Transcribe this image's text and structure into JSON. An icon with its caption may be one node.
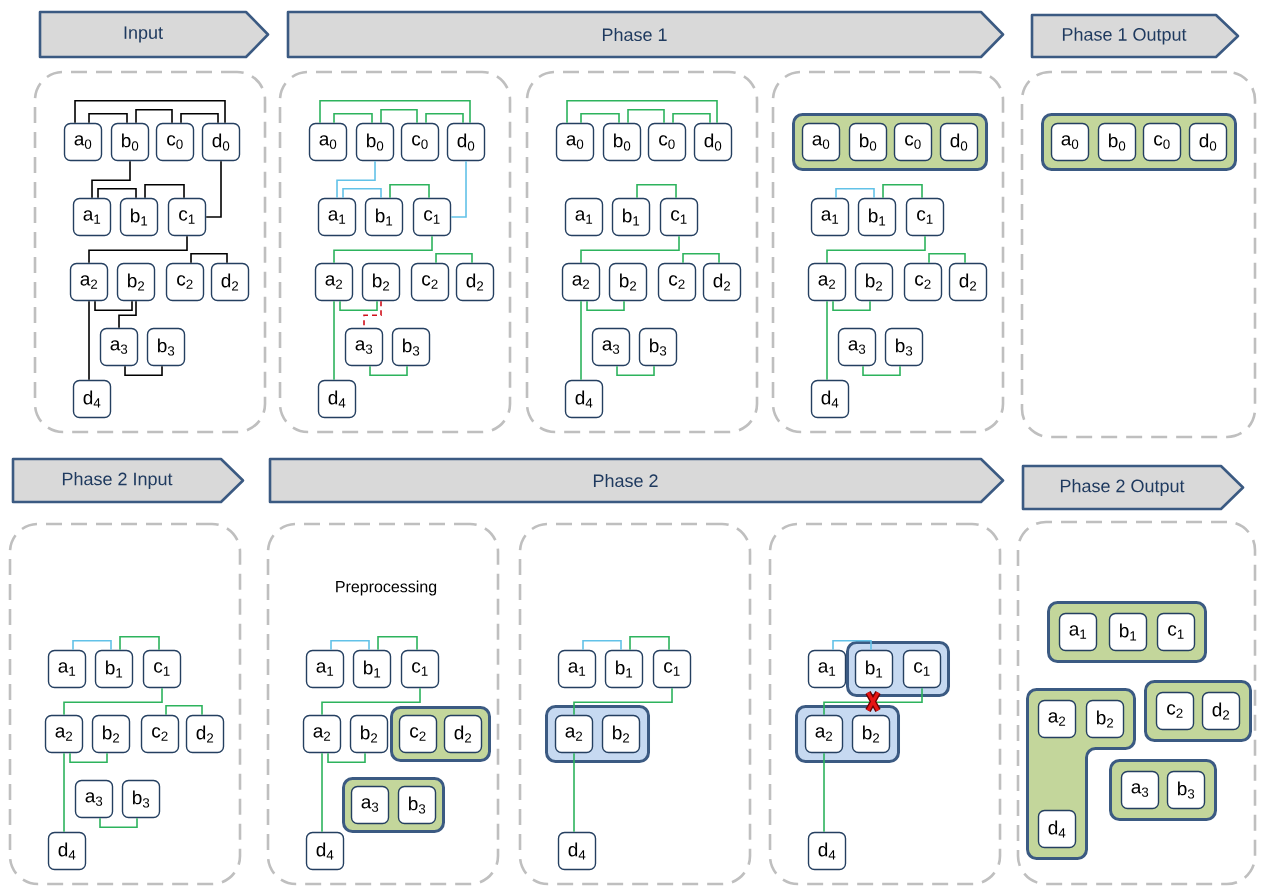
{
  "diagram": {
    "nodes": [
      {
        "text": [
          "Input"
        ]
      },
      {
        "text": [
          "Phase 1"
        ]
      },
      {
        "text": [
          "Phase 1 Output"
        ]
      },
      {
        "text": [],
        "shape": "box"
      },
      {
        "text": [
          "a$_{0}$"
        ],
        "in": 3
      },
      {
        "text": [
          "b$_{0}$"
        ],
        "in": 3
      },
      {
        "text": [
          "c$_{0}$"
        ],
        "in": 3
      },
      {
        "text": [
          "d$_{0}$"
        ],
        "in": 3
      },
      {
        "text": [
          "a$_{1}$"
        ],
        "in": 3
      },
      {
        "text": [
          "b$_{1}$"
        ],
        "in": 3
      },
      {
        "text": [
          "c$_{1}$"
        ],
        "in": 3
      },
      {
        "text": [
          "a$_{2}$"
        ],
        "in": 3
      },
      {
        "text": [
          "b$_{2}$"
        ],
        "in": 3
      },
      {
        "text": [
          "c$_{2}$"
        ],
        "in": 3
      },
      {
        "text": [
          "d$_{2}$"
        ],
        "in": 3
      },
      {
        "text": [
          "a$_{3}$"
        ],
        "in": 3
      },
      {
        "text": [
          "b$_{3}$"
        ],
        "in": 3
      },
      {
        "text": [
          "d$_{4}$"
        ],
        "in": 3
      },
      {
        "text": [],
        "shape": "box"
      },
      {
        "text": [
          "a$_{0}$"
        ],
        "in": 18
      },
      {
        "text": [
          "b$_{0}$"
        ],
        "in": 18
      },
      {
        "text": [
          "c$_{0}$"
        ],
        "in": 18
      },
      {
        "text": [
          "d$_{0}$"
        ],
        "in": 18
      },
      {
        "text": [
          "a$_{1}$"
        ],
        "in": 18
      },
      {
        "text": [
          "b$_{1}$"
        ],
        "in": 18
      },
      {
        "text": [
          "c$_{1}$"
        ],
        "in": 18
      },
      {
        "text": [
          "a$_{2}$"
        ],
        "in": 18
      },
      {
        "text": [
          "b$_{2}$"
        ],
        "in": 18
      },
      {
        "text": [
          "c$_{2}$"
        ],
        "in": 18
      },
      {
        "text": [
          "d$_{2}$"
        ],
        "in": 18
      },
      {
        "text": [
          "a$_{3}$"
        ],
        "in": 18
      },
      {
        "text": [
          "b$_{3}$"
        ],
        "in": 18
      },
      {
        "text": [
          "d$_{4}$"
        ],
        "in": 18
      },
      {
        "text": [],
        "shape": "box"
      },
      {
        "text": [
          "a$_{0}$"
        ],
        "in": 33
      },
      {
        "text": [
          "b$_{0}$"
        ],
        "in": 33
      },
      {
        "text": [
          "c$_{0}$"
        ],
        "in": 33
      },
      {
        "text": [
          "d$_{0}$"
        ],
        "in": 33
      },
      {
        "text": [
          "a$_{1}$"
        ],
        "in": 33
      },
      {
        "text": [
          "b$_{1}$"
        ],
        "in": 33
      },
      {
        "text": [
          "c$_{1}$"
        ],
        "in": 33
      },
      {
        "text": [
          "a$_{2}$"
        ],
        "in": 33
      },
      {
        "text": [
          "b$_{2}$"
        ],
        "in": 33
      },
      {
        "text": [
          "c$_{2}$"
        ],
        "in": 33
      },
      {
        "text": [
          "d$_{2}$"
        ],
        "in": 33
      },
      {
        "text": [
          "a$_{3}$"
        ],
        "in": 33
      },
      {
        "text": [
          "b$_{3}$"
        ],
        "in": 33
      },
      {
        "text": [
          "d$_{4}$"
        ],
        "in": 33
      },
      {
        "text": [],
        "shape": "box"
      },
      {
        "text": [],
        "shape": "box",
        "in": 48
      },
      {
        "text": [
          "a$_{0}$"
        ],
        "in": 49
      },
      {
        "text": [
          "b$_{0}$"
        ],
        "in": 49
      },
      {
        "text": [
          "c$_{0}$"
        ],
        "in": 49
      },
      {
        "text": [
          "d$_{0}$"
        ],
        "in": 49
      },
      {
        "text": [
          "a$_{1}$"
        ],
        "in": 48
      },
      {
        "text": [
          "b$_{1}$"
        ],
        "in": 48
      },
      {
        "text": [
          "c$_{1}$"
        ],
        "in": 48
      },
      {
        "text": [
          "a$_{2}$"
        ],
        "in": 48
      },
      {
        "text": [
          "b$_{2}$"
        ],
        "in": 48
      },
      {
        "text": [
          "c$_{2}$"
        ],
        "in": 48
      },
      {
        "text": [
          "d$_{2}$"
        ],
        "in": 48
      },
      {
        "text": [
          "a$_{3}$"
        ],
        "in": 48
      },
      {
        "text": [
          "b$_{3}$"
        ],
        "in": 48
      },
      {
        "text": [
          "d$_{4}$"
        ],
        "in": 48
      },
      {
        "text": [],
        "shape": "box"
      },
      {
        "text": [],
        "shape": "box",
        "in": 64
      },
      {
        "text": [
          "a$_{0}$"
        ],
        "in": 65
      },
      {
        "text": [
          "b$_{0}$"
        ],
        "in": 65
      },
      {
        "text": [
          "c$_{0}$"
        ],
        "in": 65
      },
      {
        "text": [
          "d$_{0}$"
        ],
        "in": 65
      },
      {
        "text": [
          "Phase 2 Input"
        ]
      },
      {
        "text": [
          "Phase 2"
        ]
      },
      {
        "text": [
          "Phase 2 Output"
        ]
      },
      {
        "text": [],
        "shape": "box"
      },
      {
        "text": [
          "a$_{1}$"
        ],
        "in": 73
      },
      {
        "text": [
          "b$_{1}$"
        ],
        "in": 73
      },
      {
        "text": [
          "c$_{1}$"
        ],
        "in": 73
      },
      {
        "text": [
          "a$_{2}$"
        ],
        "in": 73
      },
      {
        "text": [
          "b$_{2}$"
        ],
        "in": 73
      },
      {
        "text": [
          "c$_{2}$"
        ],
        "in": 73
      },
      {
        "text": [
          "d$_{2}$"
        ],
        "in": 73
      },
      {
        "text": [
          "a$_{3}$"
        ],
        "in": 73
      },
      {
        "text": [
          "b$_{3}$"
        ],
        "in": 73
      },
      {
        "text": [
          "d$_{4}$"
        ],
        "in": 73
      },
      {
        "text": [],
        "shape": "box"
      },
      {
        "text": [
          "a$_{1}$"
        ],
        "in": 84
      },
      {
        "text": [
          "b$_{1}$"
        ],
        "in": 84
      },
      {
        "text": [
          "c$_{1}$"
        ],
        "in": 84
      },
      {
        "text": [
          "a$_{2}$"
        ],
        "in": 84
      },
      {
        "text": [
          "b$_{2}$"
        ],
        "in": 84
      },
      {
        "text": [],
        "shape": "box",
        "in": 84
      },
      {
        "text": [
          "c$_{2}$"
        ],
        "in": 90
      },
      {
        "text": [
          "d$_{2}$"
        ],
        "in": 90
      },
      {
        "text": [],
        "shape": "box",
        "in": 84
      },
      {
        "text": [
          "a$_{3}$"
        ],
        "in": 93
      },
      {
        "text": [
          "b$_{3}$"
        ],
        "in": 93
      },
      {
        "text": [
          "d$_{4}$"
        ],
        "in": 84
      },
      {
        "text": [],
        "shape": "box"
      },
      {
        "text": [
          "a$_{1}$"
        ],
        "in": 97
      },
      {
        "text": [
          "b$_{1}$"
        ],
        "in": 97
      },
      {
        "text": [
          "c$_{1}$"
        ],
        "in": 97
      },
      {
        "text": [],
        "shape": "box",
        "in": 97
      },
      {
        "text": [
          "a$_{2}$"
        ],
        "in": 101
      },
      {
        "text": [
          "b$_{2}$"
        ],
        "in": 101
      },
      {
        "text": [
          "d$_{4}$"
        ],
        "in": 97
      },
      {
        "text": [],
        "shape": "box"
      },
      {
        "text": [
          "a$_{1}$"
        ],
        "in": 105
      },
      {
        "text": [],
        "shape": "box",
        "in": 105
      },
      {
        "text": [
          "b$_{1}$"
        ],
        "in": 107
      },
      {
        "text": [
          "c$_{1}$"
        ],
        "in": 107
      },
      {
        "text": [],
        "shape": "box",
        "in": 105
      },
      {
        "text": [
          "a$_{2}$"
        ],
        "in": 110
      },
      {
        "text": [
          "b$_{2}$"
        ],
        "in": 110
      },
      {
        "text": [
          "d$_{4}$"
        ],
        "in": 105
      },
      {
        "text": [],
        "shape": "box"
      },
      {
        "text": [],
        "shape": "box",
        "in": 114
      },
      {
        "text": [
          "a$_{1}$"
        ],
        "in": 115
      },
      {
        "text": [
          "b$_{1}$"
        ],
        "in": 115
      },
      {
        "text": [
          "c$_{1}$"
        ],
        "in": 115
      },
      {
        "text": [],
        "shape": "box",
        "in": 114
      },
      {
        "text": [
          "a$_{2}$"
        ],
        "in": 119
      },
      {
        "text": [
          "b$_{2}$"
        ],
        "in": 119
      },
      {
        "text": [
          "d$_{4}$"
        ],
        "in": 119
      },
      {
        "text": [],
        "shape": "box",
        "in": 114
      },
      {
        "text": [
          "c$_{2}$"
        ],
        "in": 123
      },
      {
        "text": [
          "d$_{2}$"
        ],
        "in": 123
      },
      {
        "text": [],
        "shape": "box",
        "in": 114
      },
      {
        "text": [
          "a$_{3}$"
        ],
        "in": 126
      },
      {
        "text": [
          "b$_{3}$"
        ],
        "in": 126
      }
    ],
    "edges": [
      {
        "from": 4,
        "to": 7,
        "arrow": "none",
        "color": "#000000"
      },
      {
        "from": 4,
        "to": 5,
        "arrow": "none",
        "color": "#000000"
      },
      {
        "from": 5,
        "to": 6,
        "arrow": "none",
        "color": "#000000"
      },
      {
        "from": 6,
        "to": 7,
        "arrow": "none",
        "color": "#000000"
      },
      {
        "from": 5,
        "to": 8,
        "arrow": "none",
        "color": "#000000"
      },
      {
        "from": 8,
        "to": 9,
        "arrow": "none",
        "color": "#000000"
      },
      {
        "from": 9,
        "to": 10,
        "arrow": "none",
        "color": "#000000"
      },
      {
        "from": 7,
        "to": 10,
        "arrow": "none",
        "color": "#000000"
      },
      {
        "from": 10,
        "to": 11,
        "arrow": "none",
        "color": "#000000"
      },
      {
        "from": 13,
        "to": 14,
        "arrow": "none",
        "color": "#000000"
      },
      {
        "from": 11,
        "to": 12,
        "arrow": "none",
        "color": "#000000"
      },
      {
        "from": 12,
        "to": 15,
        "arrow": "none",
        "color": "#000000"
      },
      {
        "from": 11,
        "to": 17,
        "arrow": "none",
        "color": "#000000"
      },
      {
        "from": 15,
        "to": 16,
        "arrow": "none",
        "color": "#000000"
      },
      {
        "from": 19,
        "to": 22,
        "arrow": "none"
      },
      {
        "from": 19,
        "to": 20,
        "arrow": "none"
      },
      {
        "from": 20,
        "to": 21,
        "arrow": "none"
      },
      {
        "from": 21,
        "to": 22,
        "arrow": "none"
      },
      {
        "from": 20,
        "to": 23,
        "arrow": "none",
        "color": "#62c2e8"
      },
      {
        "from": 23,
        "to": 24,
        "arrow": "none",
        "color": "#62c2e8"
      },
      {
        "from": 24,
        "to": 25,
        "arrow": "none"
      },
      {
        "from": 22,
        "to": 25,
        "arrow": "none",
        "color": "#62c2e8"
      },
      {
        "from": 25,
        "to": 26,
        "arrow": "none"
      },
      {
        "from": 28,
        "to": 29,
        "arrow": "none"
      },
      {
        "from": 26,
        "to": 27,
        "arrow": "none"
      },
      {
        "from": 27,
        "to": 30,
        "arrow": "none",
        "style": "dashed",
        "color": "#d0101b"
      },
      {
        "from": 26,
        "to": 32,
        "arrow": "none"
      },
      {
        "from": 30,
        "to": 31,
        "arrow": "none"
      },
      {
        "from": 34,
        "to": 37,
        "arrow": "none"
      },
      {
        "from": 34,
        "to": 35,
        "arrow": "none"
      },
      {
        "from": 35,
        "to": 36,
        "arrow": "none"
      },
      {
        "from": 36,
        "to": 37,
        "arrow": "none"
      },
      {
        "from": 39,
        "to": 40,
        "arrow": "none"
      },
      {
        "from": 40,
        "to": 41,
        "arrow": "none"
      },
      {
        "from": 43,
        "to": 44,
        "arrow": "none"
      },
      {
        "from": 41,
        "to": 42,
        "arrow": "none"
      },
      {
        "from": 41,
        "to": 47,
        "arrow": "none"
      },
      {
        "from": 45,
        "to": 46,
        "arrow": "none"
      },
      {
        "from": 54,
        "to": 55,
        "arrow": "none",
        "color": "#62c2e8"
      },
      {
        "from": 55,
        "to": 56,
        "arrow": "none"
      },
      {
        "from": 56,
        "to": 57,
        "arrow": "none"
      },
      {
        "from": 59,
        "to": 60,
        "arrow": "none"
      },
      {
        "from": 57,
        "to": 58,
        "arrow": "none"
      },
      {
        "from": 57,
        "to": 63,
        "arrow": "none"
      },
      {
        "from": 61,
        "to": 62,
        "arrow": "none"
      },
      {
        "from": 74,
        "to": 75,
        "arrow": "none",
        "color": "#62c2e8"
      },
      {
        "from": 75,
        "to": 76,
        "arrow": "none"
      },
      {
        "from": 76,
        "to": 77,
        "arrow": "none"
      },
      {
        "from": 79,
        "to": 80,
        "arrow": "none"
      },
      {
        "from": 77,
        "to": 78,
        "arrow": "none"
      },
      {
        "from": 77,
        "to": 83,
        "arrow": "none"
      },
      {
        "from": 81,
        "to": 82,
        "arrow": "none"
      },
      {
        "from": 85,
        "to": 86,
        "arrow": "none",
        "color": "#62c2e8"
      },
      {
        "from": 86,
        "to": 87,
        "arrow": "none"
      },
      {
        "from": 87,
        "to": 88,
        "arrow": "none"
      },
      {
        "from": 88,
        "to": 89,
        "arrow": "none"
      },
      {
        "from": 88,
        "to": 96,
        "arrow": "none"
      },
      {
        "from": 98,
        "to": 99,
        "arrow": "none",
        "color": "#62c2e8"
      },
      {
        "from": 99,
        "to": 100,
        "arrow": "none"
      },
      {
        "from": 100,
        "to": 102,
        "arrow": "none"
      },
      {
        "from": 102,
        "to": 104,
        "arrow": "none"
      },
      {
        "from": 106,
        "to": 108,
        "arrow": "none",
        "color": "#62c2e8"
      },
      {
        "from": 109,
        "to": 111,
        "arrow": "none"
      },
      {
        "from": 111,
        "to": 113,
        "arrow": "none"
      }
    ],
    "labels": [
      "Preprocessing"
    ]
  }
}
